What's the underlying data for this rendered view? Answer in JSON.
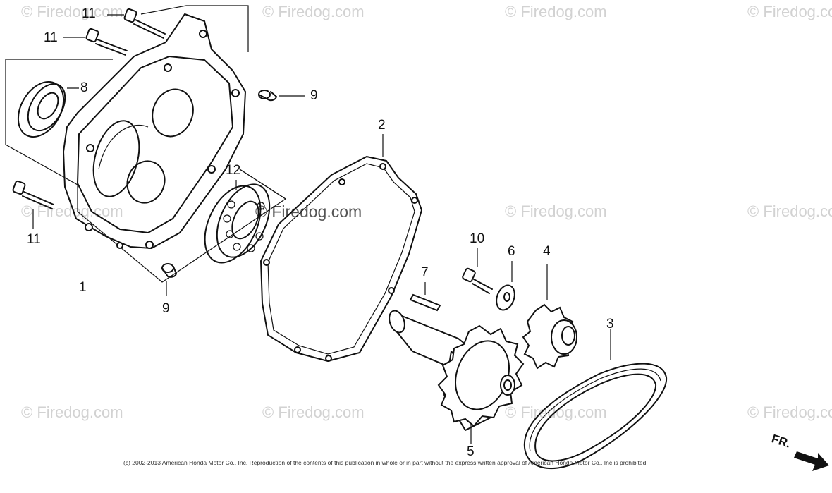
{
  "watermark": "© Firedog.com",
  "watermark_center": "© Firedog.com",
  "callouts": {
    "c1": "1",
    "c2": "2",
    "c3": "3",
    "c4": "4",
    "c5": "5",
    "c6": "6",
    "c7": "7",
    "c8": "8",
    "c9a": "9",
    "c9b": "9",
    "c10": "10",
    "c11a": "11",
    "c11b": "11",
    "c11c": "11",
    "c12": "12"
  },
  "copyright": "(c) 2002-2013 American Honda Motor Co., Inc. Reproduction of the contents of this publication in whole or in part without the express written approval of American Honda Motor Co., Inc is prohibited.",
  "direction_label": "FR."
}
